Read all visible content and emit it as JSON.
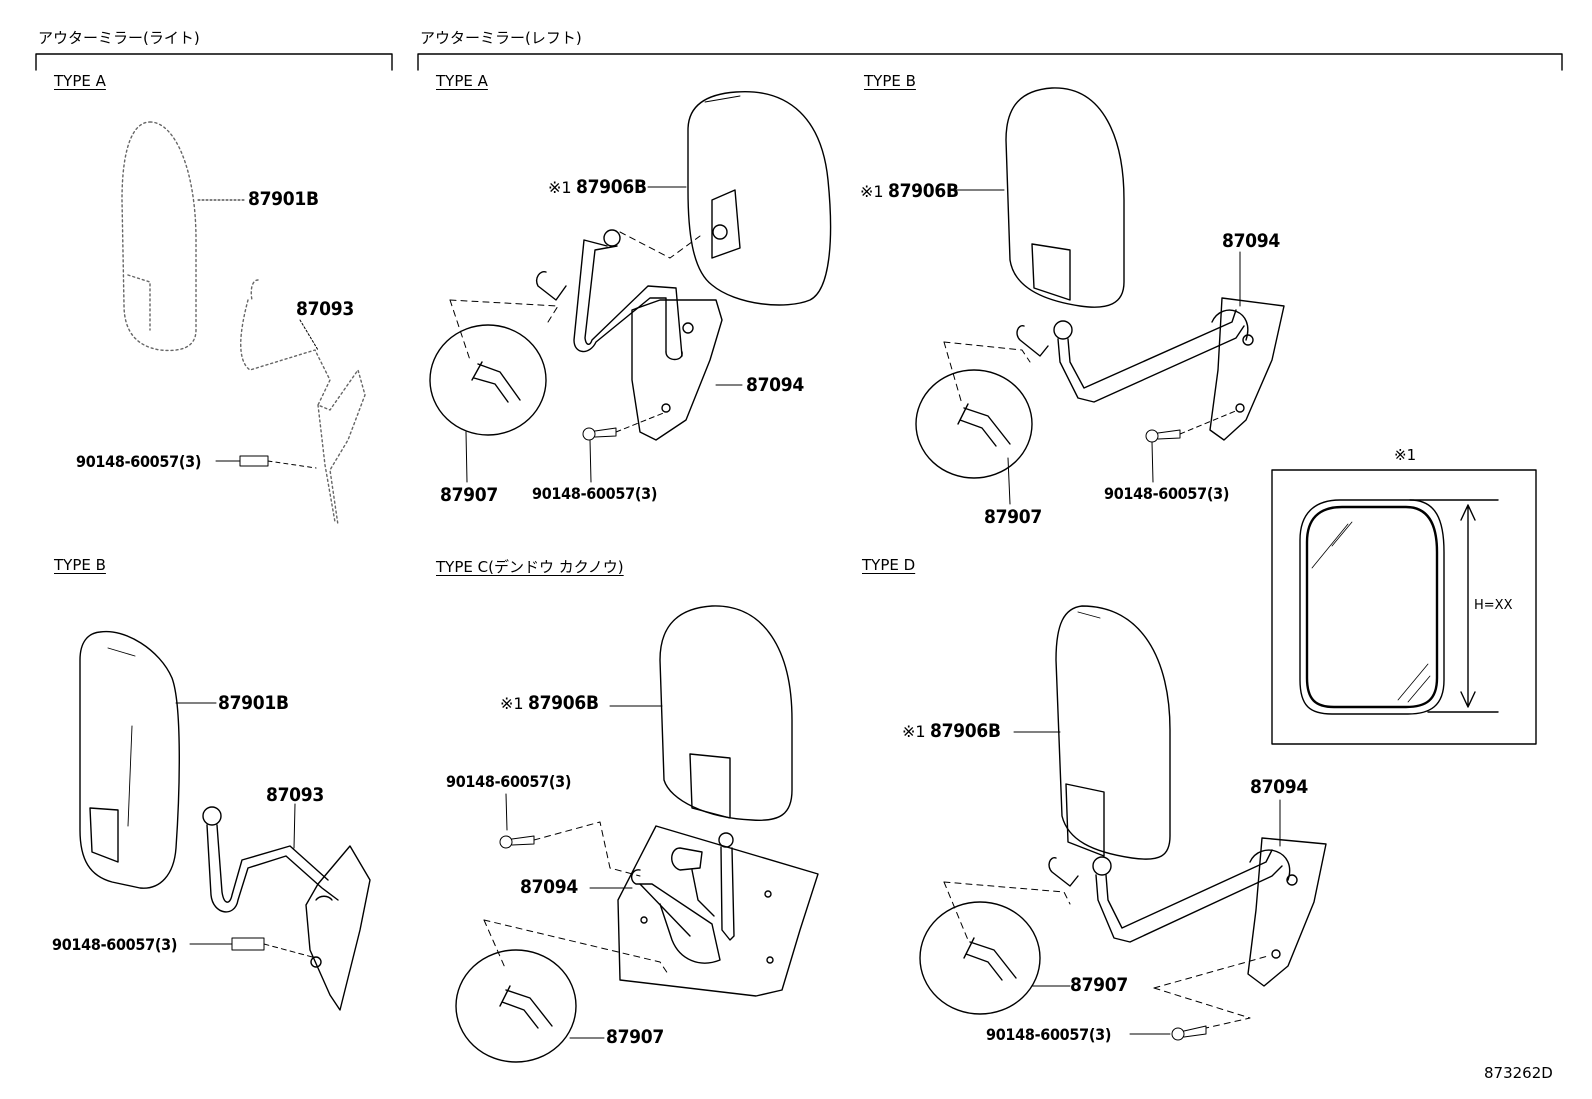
{
  "headers": {
    "right_mirror": "アウターミラー(ライト)",
    "left_mirror": "アウターミラー(レフト)"
  },
  "sections": {
    "right_type_a": "TYPE A",
    "right_type_b": "TYPE B",
    "left_type_a": "TYPE A",
    "left_type_b": "TYPE B",
    "left_type_c": "TYPE C(デンドウ カクノウ)",
    "left_type_d": "TYPE D"
  },
  "parts": {
    "ra_mirror": "87901B",
    "ra_arm": "87093",
    "ra_screw": "90148-60057(3)",
    "rb_mirror": "87901B",
    "rb_arm": "87093",
    "rb_screw": "90148-60057(3)",
    "la_mirror_mark": "※1",
    "la_mirror": "87906B",
    "la_bracket": "87094",
    "la_round": "87907",
    "la_screw": "90148-60057(3)",
    "lb_mirror_mark": "※1",
    "lb_mirror": "87906B",
    "lb_bracket": "87094",
    "lb_round": "87907",
    "lb_screw": "90148-60057(3)",
    "lc_mirror_mark": "※1",
    "lc_mirror": "87906B",
    "lc_screw": "90148-60057(3)",
    "lc_bracket": "87094",
    "lc_round": "87907",
    "ld_mirror_mark": "※1",
    "ld_mirror": "87906B",
    "ld_bracket": "87094",
    "ld_round": "87907",
    "ld_screw": "90148-60057(3)"
  },
  "detail": {
    "mark": "※1",
    "height_label": "H=XX"
  },
  "illustration_id": "873262D"
}
